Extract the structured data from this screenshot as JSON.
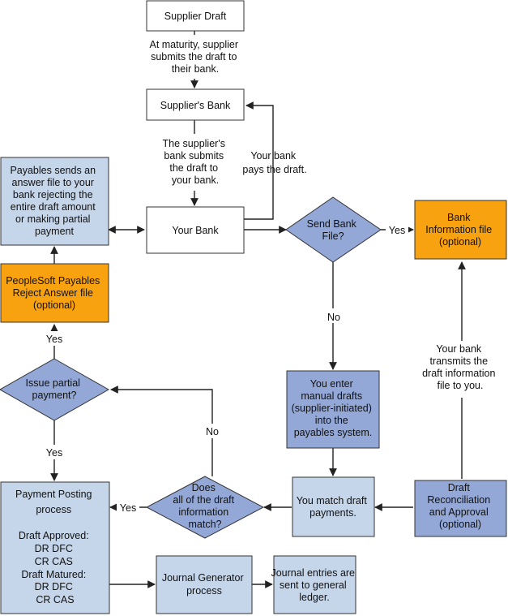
{
  "nodes": {
    "supplier_draft": "Supplier Draft",
    "suppliers_bank": "Supplier's Bank",
    "your_bank": "Your Bank",
    "payables_answer": [
      "Payables sends an",
      "answer file to your",
      "bank rejecting the",
      "entire draft amount",
      "or making partial",
      "payment"
    ],
    "reject_answer_file": [
      "PeopleSoft Payables",
      "Reject Answer file",
      "(optional)"
    ],
    "send_bank_file": [
      "Send Bank",
      "File?"
    ],
    "bank_information_file": [
      "Bank",
      "Information file",
      "(optional)"
    ],
    "manual_drafts": [
      "You enter",
      "manual drafts",
      "(supplier-initiated)",
      "into the",
      "payables system."
    ],
    "issue_partial": [
      "Issue partial",
      "payment?"
    ],
    "does_match": [
      "Does",
      "all of the draft",
      "information",
      "match?"
    ],
    "match_payments": [
      "You match draft",
      "payments."
    ],
    "reconciliation": [
      "Draft",
      "Reconciliation",
      "and Approval",
      "(optional)"
    ],
    "payment_posting": [
      "Payment Posting",
      "process",
      "",
      "Draft Approved:",
      "DR DFC",
      "CR CAS",
      "Draft Matured:",
      "DR DFC",
      "CR CAS"
    ],
    "journal_generator": [
      "Journal Generator",
      "process"
    ],
    "journal_entries": [
      "Journal entries are",
      "sent to general",
      "ledger."
    ]
  },
  "annotations": {
    "at_maturity": [
      "At maturity, supplier",
      "submits the draft to",
      "their bank."
    ],
    "supplier_bank_submits": [
      "The supplier's",
      "bank submits",
      "the draft to",
      "your bank."
    ],
    "your_bank_pays": [
      "Your bank",
      "pays the draft."
    ],
    "your_bank_transmits": [
      "Your bank",
      "transmits the",
      "draft information",
      "file to you."
    ]
  },
  "edge_labels": {
    "yes_bank_file": "Yes",
    "no_bank_file": "No",
    "yes_issue_partial_up": "Yes",
    "yes_issue_partial_down": "Yes",
    "no_match": "No",
    "yes_match": "Yes"
  },
  "colors": {
    "light_blue": "#c6d6ea",
    "mid_blue": "#93a8d6",
    "orange": "#f7a20e",
    "white": "#ffffff"
  }
}
